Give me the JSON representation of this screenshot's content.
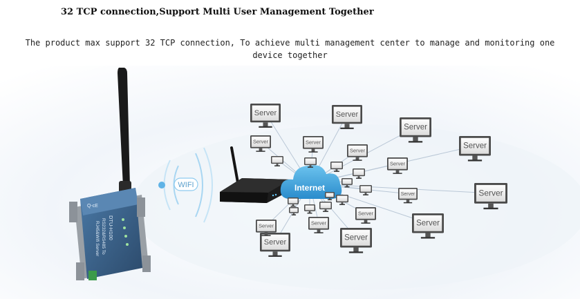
{
  "heading": {
    "title": "32 TCP connection,Support Multi User Management Together",
    "description": "The product max support 32 TCP connection, To achieve multi management center to manage and monitoring one device together"
  },
  "diagram": {
    "wifi_label": "WIFI",
    "cloud_label": "Internet",
    "server_label": "Server",
    "device_text": {
      "model": "DTU-H100",
      "line1": "RS232&RS485 To",
      "line2": "RJ45&Wifi Server",
      "brand": "Q-cE"
    }
  },
  "colors": {
    "sky_blue": "#e8f0f8",
    "cloud_blue": "#3fa2dc",
    "device_blue": "#3a5f86",
    "wifi_blue": "#7ec2ea",
    "server_grey": "#8a8a8a"
  }
}
